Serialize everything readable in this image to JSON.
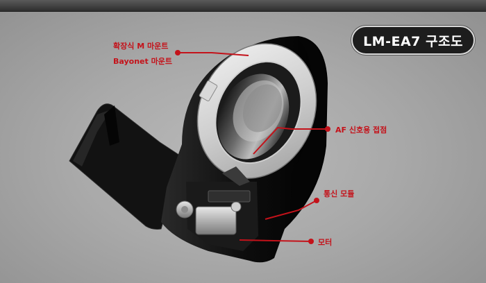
{
  "title": "LM-EA7 구조도",
  "callouts": {
    "mount_m": "확장식 M 마운트",
    "mount_bayonet": "Bayonet 마운트",
    "af_contacts": "AF 신호용 접점",
    "comm_module": "통신 모듈",
    "motor": "모터"
  },
  "colors": {
    "callout": "#c4121a",
    "badge_bg": "#1d1d1d",
    "background": "#a9a9a9"
  }
}
